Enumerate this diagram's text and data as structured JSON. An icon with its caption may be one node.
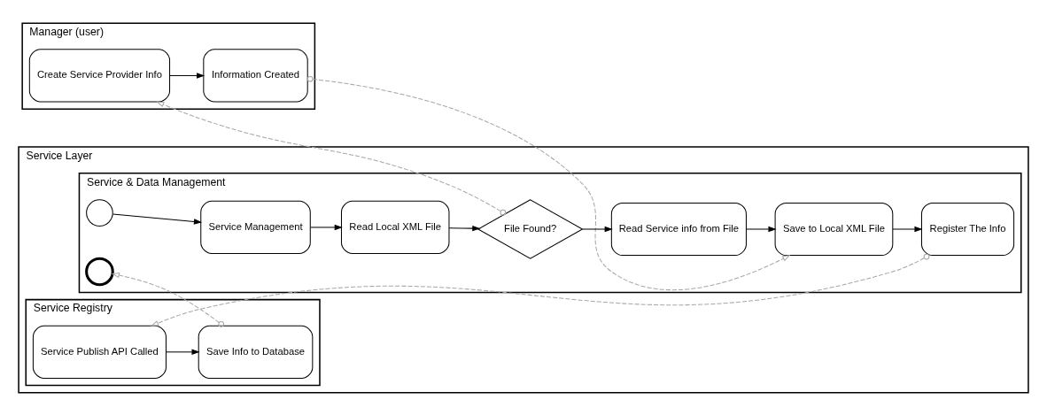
{
  "diagram": {
    "nodes": [
      {
        "text": [
          "Manager (user)"
        ]
      },
      {
        "text": [
          "Service Layer"
        ]
      },
      {
        "text": [
          "Service & Data Management"
        ],
        "in": 1
      },
      {
        "text": [
          "Service Registry"
        ],
        "in": 1
      },
      {
        "text": [
          "Create Service Provider Info"
        ],
        "in": 0
      },
      {
        "text": [
          "Information Created"
        ],
        "in": 0
      },
      {
        "text": [],
        "shape": "circle",
        "in": 2
      },
      {
        "text": [
          "Service Management"
        ],
        "in": 2
      },
      {
        "text": [
          "Read Local XML File"
        ],
        "in": 2
      },
      {
        "text": [
          "File Found?"
        ],
        "in": 2
      },
      {
        "text": [
          "Read Service info from File"
        ],
        "in": 2
      },
      {
        "text": [
          "Save to Local XML File"
        ],
        "in": 2
      },
      {
        "text": [
          "Register The Info"
        ],
        "in": 2
      },
      {
        "text": [],
        "shape": "circle",
        "in": 2
      },
      {
        "text": [
          "Service Publish API Called"
        ],
        "in": 3
      },
      {
        "text": [
          "Save Info to Database"
        ],
        "in": 3
      }
    ],
    "edges": [
      {
        "from": 6,
        "to": 7,
        "arrow": "to"
      },
      {
        "from": 7,
        "to": 8,
        "arrow": "to"
      },
      {
        "from": 8,
        "to": 9,
        "arrow": "to"
      },
      {
        "from": 9,
        "to": 4,
        "arrow": "to",
        "style": "dashed",
        "color": "#a6a6a6"
      },
      {
        "from": 4,
        "to": 5,
        "arrow": "to"
      },
      {
        "from": 9,
        "to": 10,
        "arrow": "to"
      },
      {
        "from": 10,
        "to": 11,
        "arrow": "to"
      },
      {
        "from": 5,
        "to": 11,
        "arrow": "to",
        "style": "dashed",
        "color": "#a6a6a6"
      },
      {
        "from": 11,
        "to": 12,
        "arrow": "to"
      },
      {
        "from": 12,
        "to": 14,
        "arrow": "to",
        "style": "dashed",
        "color": "#a6a6a6"
      },
      {
        "from": 14,
        "to": 15,
        "arrow": "to"
      },
      {
        "from": 15,
        "to": 13,
        "arrow": "to",
        "style": "dashed",
        "color": "#a6a6a6"
      }
    ]
  }
}
